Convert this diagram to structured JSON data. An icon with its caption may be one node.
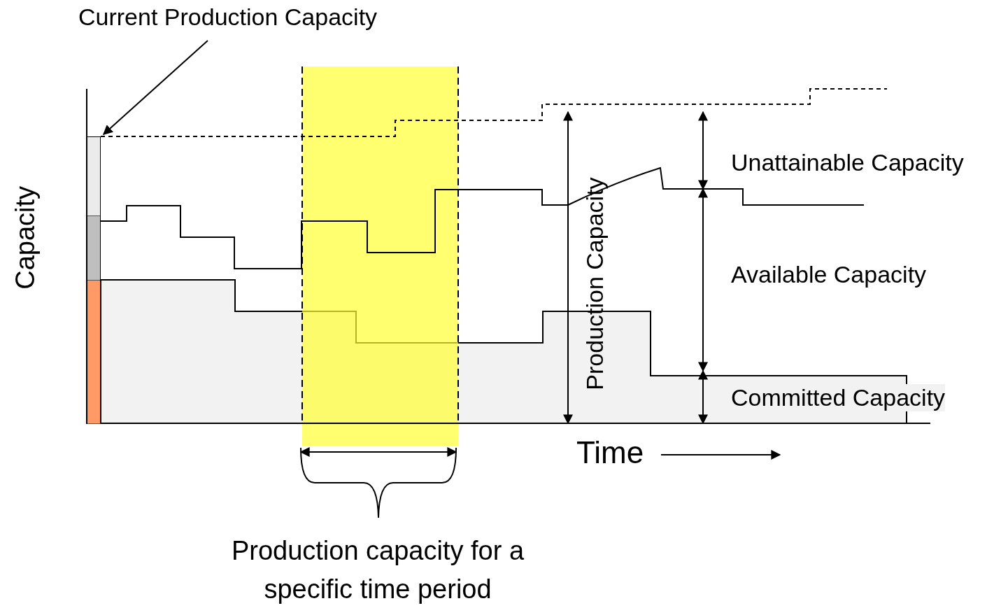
{
  "diagram": {
    "nodes": [
      {
        "text": [
          "Current Production Capacity"
        ]
      },
      {
        "text": [],
        "shape": "bar"
      }
    ],
    "edges": [
      {
        "from": 0,
        "to": 1,
        "arrow": "to"
      }
    ],
    "labels": [
      "Capacity",
      "Production Capacity",
      "Unattainable Capacity",
      "Available Capacity",
      "Committed Capacity",
      "Time",
      "Production capacity for a specific time period"
    ]
  }
}
